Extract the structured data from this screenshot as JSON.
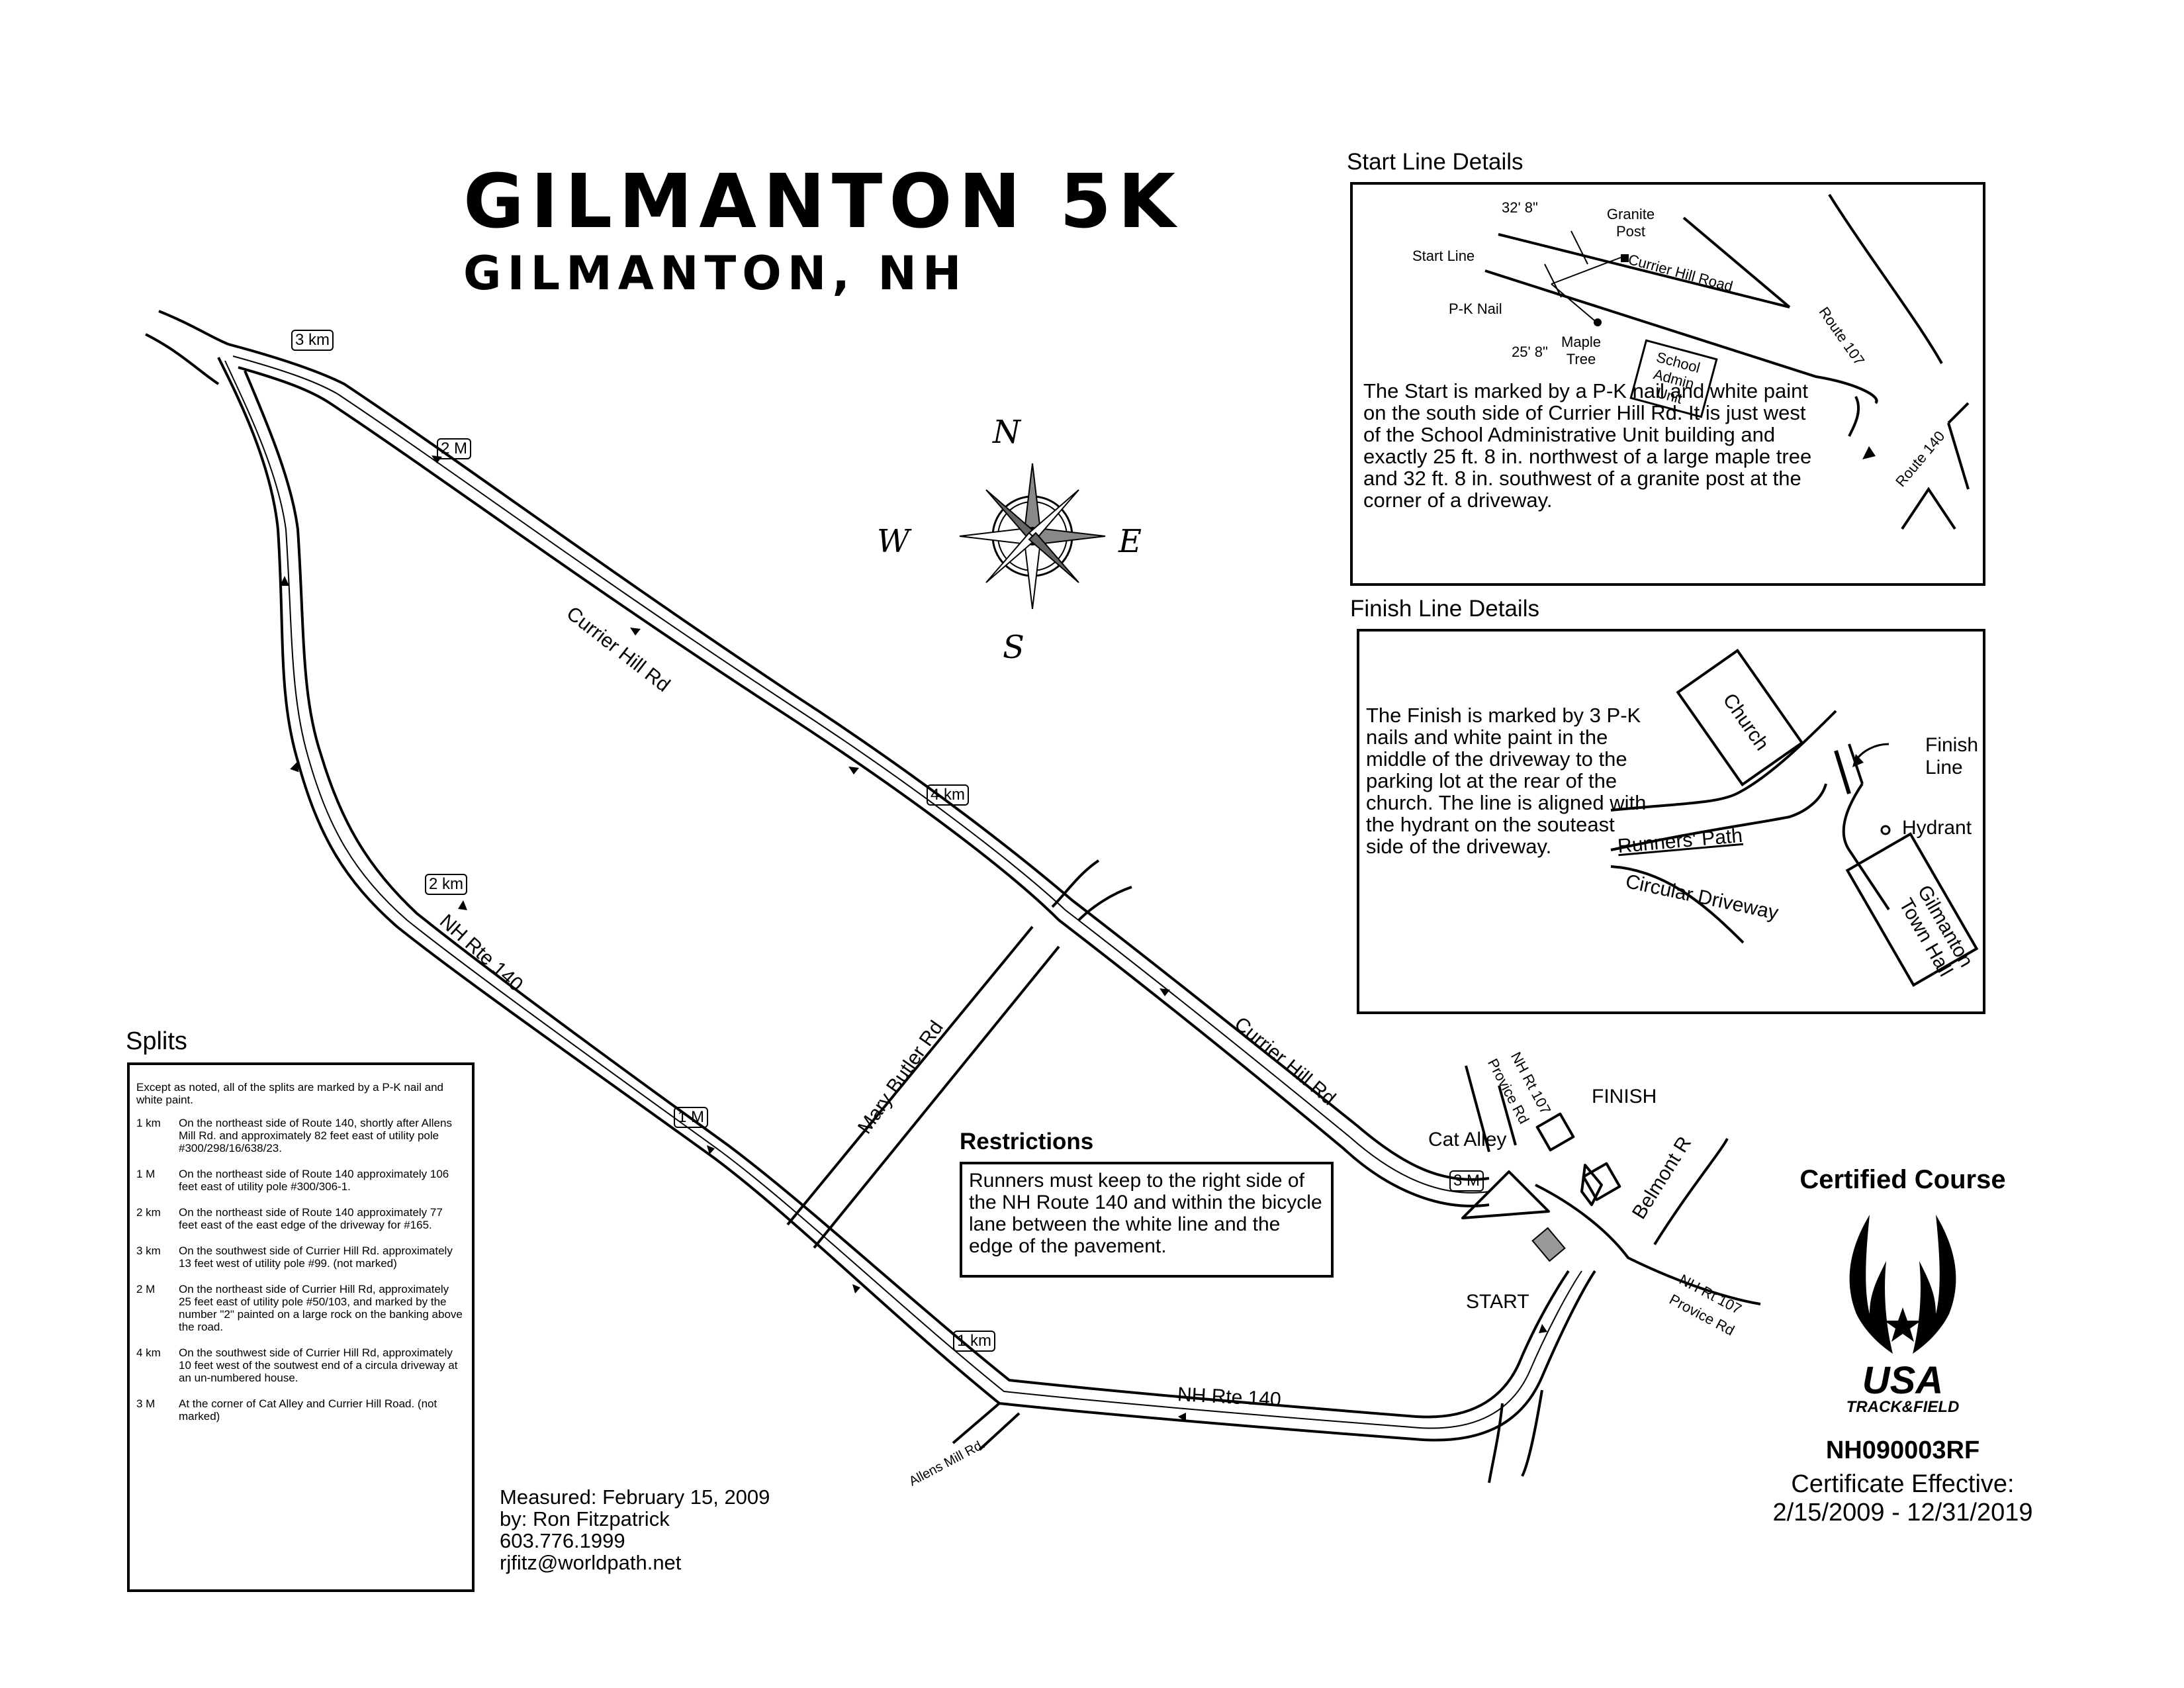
{
  "header": {
    "title": "GILMANTON 5K",
    "subtitle": "GILMANTON, NH"
  },
  "compass": {
    "n": "N",
    "s": "S",
    "e": "E",
    "w": "W"
  },
  "map_labels": {
    "currier_hill_top": "Currier Hill Rd",
    "currier_hill_bottom": "Currier Hill Rd",
    "nh_rte_140_diag": "NH Rte 140",
    "nh_rte_140_bottom": "NH Rte 140",
    "mary_butler": "Mary Butler Rd",
    "allens_mill": "Allens Mill Rd.",
    "nh_rt_107_top": "NH Rt 107",
    "provice_rd_top": "Provice Rd",
    "nh_rt_107_right": "NH Rt 107",
    "provice_rd_right": "Provice Rd",
    "belmont": "Belmont R",
    "cat_alley": "Cat Alley",
    "finish": "FINISH",
    "start": "START"
  },
  "markers": {
    "km3": "3 km",
    "m2": "2 M",
    "km4": "4 km",
    "km2": "2 km",
    "m1": "1 M",
    "km1": "1 km",
    "m3": "3 M"
  },
  "start_details": {
    "title": "Start Line Details",
    "dim_top": "32' 8\"",
    "granite_post": "Granite Post",
    "start_line": "Start Line",
    "pk_nail": "P-K Nail",
    "dim_bottom": "25' 8\"",
    "maple_tree": "Maple Tree",
    "road": "Currier Hill Road",
    "school": "School Admin Unit",
    "route107": "Route 107",
    "route140": "Route 140",
    "text": "The Start is marked by a P-K nail and white paint on the south side of Currier Hill Rd. It is just west of the School Administrative Unit building and exactly 25 ft. 8 in. northwest of a large maple tree and 32 ft. 8 in. southwest of a granite post at the corner of a driveway."
  },
  "finish_details": {
    "title": "Finish Line Details",
    "text": "The Finish is marked by 3 P-K nails and white paint in the middle of the driveway to the parking lot at the rear of the church. The line is aligned with the hydrant on the souteast side of the driveway.",
    "church": "Church",
    "finish_line": "Finish Line",
    "hydrant": "Hydrant",
    "runners_path": "Runners' Path",
    "circular_driveway": "Circular Driveway",
    "town_hall": "Gilmanton Town Hall"
  },
  "splits": {
    "title": "Splits",
    "intro": "Except as noted, all of the splits are marked by a P-K nail and white paint.",
    "rows": [
      {
        "key": "1 km",
        "desc": "On the northeast side of Route 140, shortly after Allens Mill Rd. and approximately 82 feet east of utility pole #300/298/16/638/23."
      },
      {
        "key": "1 M",
        "desc": "On the northeast side of Route 140 approximately 106 feet east of utility pole #300/306-1."
      },
      {
        "key": "2 km",
        "desc": "On the northeast side of Route 140 approximately 77 feet east of the east edge of the driveway for #165."
      },
      {
        "key": "3 km",
        "desc": "On the southwest side of Currier Hill Rd. approximately 13 feet west of utility pole #99. (not marked)"
      },
      {
        "key": "2 M",
        "desc": "On the northeast side of Currier Hill Rd, approximately 25 feet east of utility pole #50/103, and marked by the number \"2\" painted on a large rock on the banking above the road."
      },
      {
        "key": "4 km",
        "desc": "On the southwest side of Currier Hill Rd, approximately 10 feet west of the soutwest end of a circula driveway at an un-numbered house."
      },
      {
        "key": "3 M",
        "desc": "At the corner of Cat Alley and Currier Hill Road. (not marked)"
      }
    ]
  },
  "measured": {
    "line1": "Measured: February 15, 2009",
    "line2": "by: Ron Fitzpatrick",
    "line3": "603.776.1999",
    "line4": "rjfitz@worldpath.net"
  },
  "restrictions": {
    "title": "Restrictions",
    "text": "Runners must keep to the right side of the NH Route 140 and within the bicycle lane between the white line and the edge of the pavement."
  },
  "certification": {
    "heading": "Certified Course",
    "logo_text": "USA",
    "logo_sub": "TRACK&FIELD",
    "code": "NH090003RF",
    "effective": "Certificate Effective:",
    "dates": "2/15/2009 - 12/31/2019"
  }
}
